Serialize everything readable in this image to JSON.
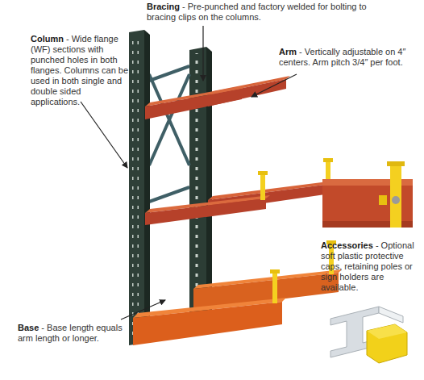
{
  "diagram": {
    "labels": [
      "Bracing",
      "- Pre-punched and factory welded for bolting to bracing clips on the columns.",
      "Column",
      "- Wide flange (WF) sections with punched holes in both flanges. Columns can be used in both single and double sided applications.",
      "Arm",
      "- Vertically adjustable on 4″ centers. Arm pitch 3/4″ per foot.",
      "Accessories",
      "- Optional soft plastic protective caps, retaining poles or sign holders are available.",
      "Base",
      "- Base length equals arm length or longer."
    ]
  }
}
